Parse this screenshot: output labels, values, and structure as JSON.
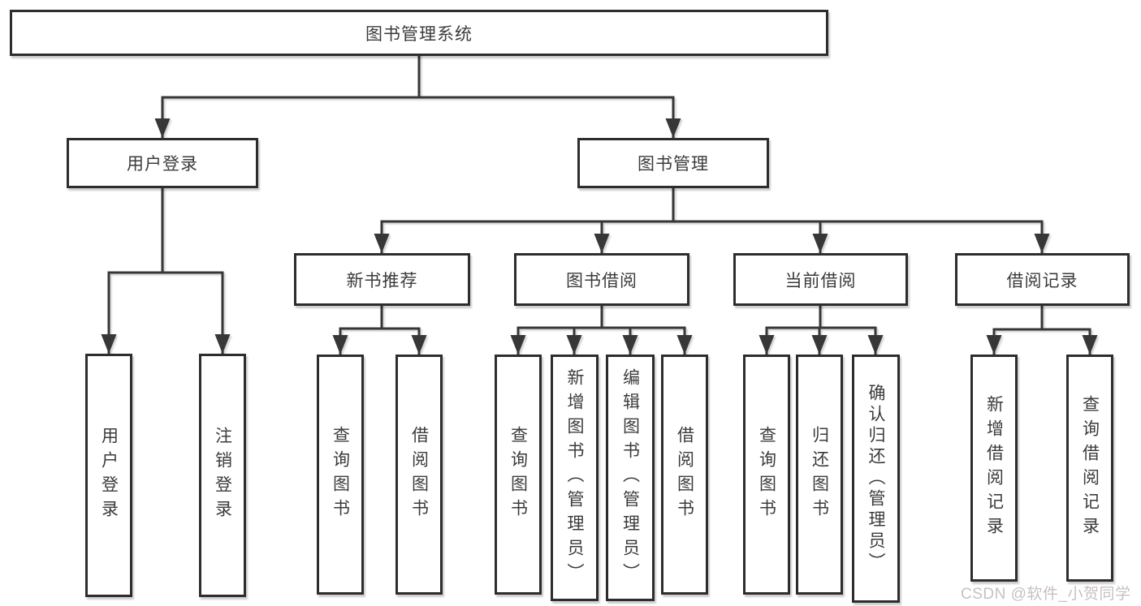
{
  "diagram": {
    "root": {
      "label": "图书管理系统"
    },
    "branches": [
      {
        "label": "用户登录",
        "children": [
          "用户登录",
          "注销登录"
        ]
      },
      {
        "label": "图书管理",
        "children": [
          {
            "label": "新书推荐",
            "children": [
              "查询图书",
              "借阅图书"
            ]
          },
          {
            "label": "图书借阅",
            "children": [
              "查询图书",
              "新增图书（管理员）",
              "编辑图书（管理员）",
              "借阅图书"
            ]
          },
          {
            "label": "当前借阅",
            "children": [
              "查询图书",
              "归还图书",
              "确认归还（管理员）"
            ]
          },
          {
            "label": "借阅记录",
            "children": [
              "新增借阅记录",
              "查询借阅记录"
            ]
          }
        ]
      }
    ],
    "watermark": "CSDN @软件_小贺同学",
    "colors": {
      "background": "#ffffff",
      "line": "#373737",
      "box_border": "#2d2d2d",
      "text": "#3b3b3b",
      "watermark": "#c8c0c0"
    }
  }
}
